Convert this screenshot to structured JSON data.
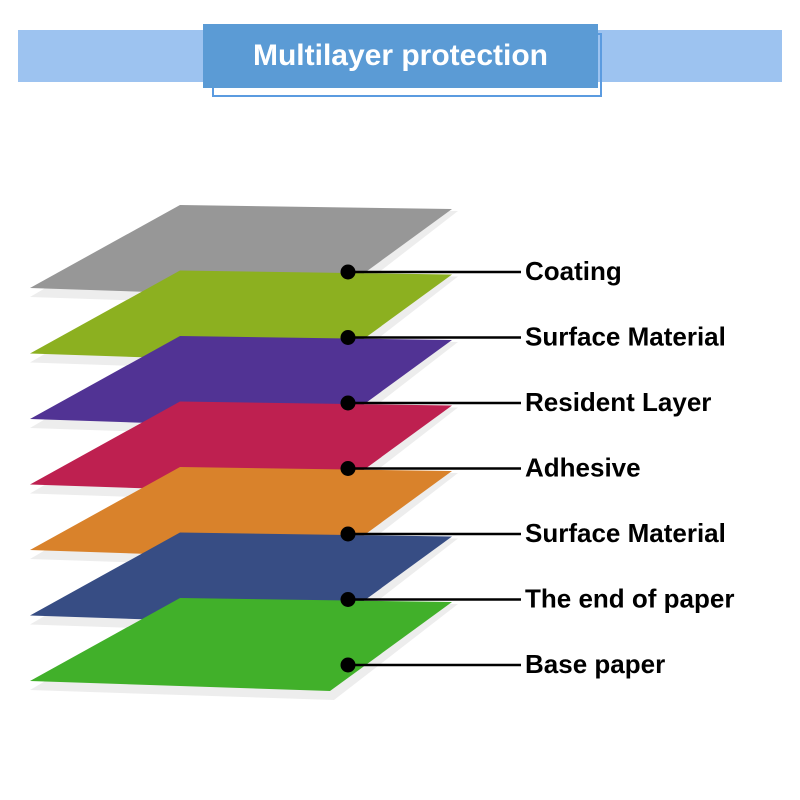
{
  "header": {
    "title": "Multilayer protection",
    "band_color": "#9DC3F0",
    "box_color": "#5B9BD5",
    "outline_color": "#5B9BE0",
    "title_color": "#FFFFFF"
  },
  "diagram": {
    "type": "exploded-layer-stack",
    "shadow_color": "#EDEDED",
    "leader_color": "#000000",
    "label_color": "#000000",
    "layers": [
      {
        "index": 1,
        "label": "Coating",
        "color": "#979797"
      },
      {
        "index": 2,
        "label": "Surface Material",
        "color": "#8CB020"
      },
      {
        "index": 3,
        "label": "Resident Layer",
        "color": "#513394"
      },
      {
        "index": 4,
        "label": "Adhesive",
        "color": "#BE2050"
      },
      {
        "index": 5,
        "label": "Surface Material",
        "color": "#D9822B"
      },
      {
        "index": 6,
        "label": "The end of paper",
        "color": "#374D84"
      },
      {
        "index": 7,
        "label": "Base paper",
        "color": "#41B02A"
      }
    ]
  }
}
